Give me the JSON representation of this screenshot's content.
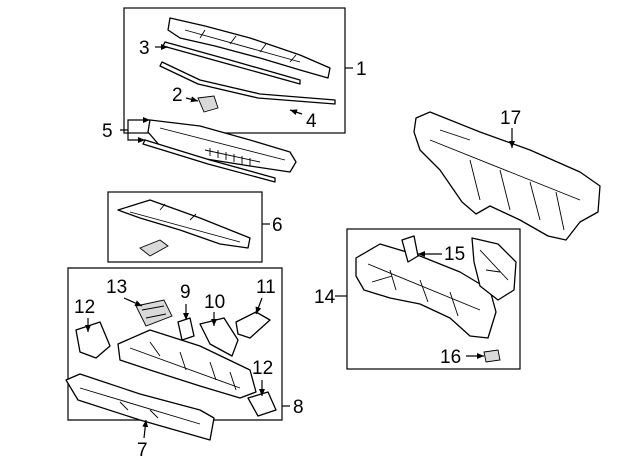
{
  "callouts": {
    "c1": "1",
    "c2": "2",
    "c3": "3",
    "c4": "4",
    "c5": "5",
    "c6": "6",
    "c7": "7",
    "c8": "8",
    "c9": "9",
    "c10": "10",
    "c11": "11",
    "c12a": "12",
    "c12b": "12",
    "c13": "13",
    "c14": "14",
    "c15": "15",
    "c16": "16",
    "c17": "17"
  }
}
